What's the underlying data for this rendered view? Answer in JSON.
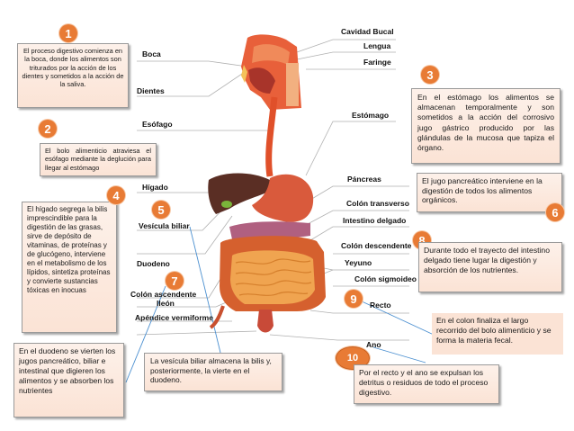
{
  "title": "Aparato digestivo",
  "colors": {
    "badge": "#e87b35",
    "box_fill": "#fbe3d5",
    "leader_line": "#b0b0b0",
    "connector_line": "#4a8fd0"
  },
  "organ_labels": {
    "left": [
      "Boca",
      "Dientes",
      "Esófago",
      "Hígado",
      "Vesícula biliar",
      "Duodeno",
      "Colón ascendente",
      "Ileón",
      "Apéndice vermiforme"
    ],
    "right": [
      "Cavidad Bucal",
      "Lengua",
      "Faringe",
      "Estómago",
      "Páncreas",
      "Colón transverso",
      "Intestino delgado",
      "Colón descendente",
      "Yeyuno",
      "Colón sigmoideo",
      "Recto",
      "Ano"
    ]
  },
  "steps": [
    {
      "number": "1",
      "text": "El proceso digestivo comienza en la boca, donde los alimentos son triturados por la acción de los dientes y sometidos a la acción de la saliva."
    },
    {
      "number": "2",
      "text": "El bolo alimenticio atraviesa el esófago mediante la deglución para llegar al estómago"
    },
    {
      "number": "3",
      "text": "En el estómago los alimentos se almacenan temporalmente y son sometidos a la acción del corrosivo jugo gástrico producido por las glándulas de la mucosa que tapiza el órgano."
    },
    {
      "number": "4",
      "text": "El hígado segrega la bilis imprescindible para la digestión de las grasas, sirve de depósito de vitaminas, de proteínas y de glucógeno, interviene en el metabolismo de los lípidos, sintetiza proteínas y convierte sustancias tóxicas en inocuas"
    },
    {
      "number": "5",
      "text": "La vesícula biliar almacena la bilis y, posteriormente, la vierte en el duodeno."
    },
    {
      "number": "6",
      "text": "El jugo pancreático interviene en la digestión de todos los alimentos orgánicos."
    },
    {
      "number": "7",
      "text": "En el duodeno se vierten los jugos pancreático, biliar e intestinal que digieren los alimentos y se absorben los nutrientes"
    },
    {
      "number": "8",
      "text": "Durante todo el trayecto del intestino delgado tiene lugar la digestión y absorción de los nutrientes."
    },
    {
      "number": "9",
      "text": "En el colon finaliza el largo recorrido del bolo alimenticio y se forma la materia fecal."
    },
    {
      "number": "10",
      "text": "Por el recto y el ano se expulsan los detritus o residuos de todo el proceso digestivo."
    }
  ]
}
